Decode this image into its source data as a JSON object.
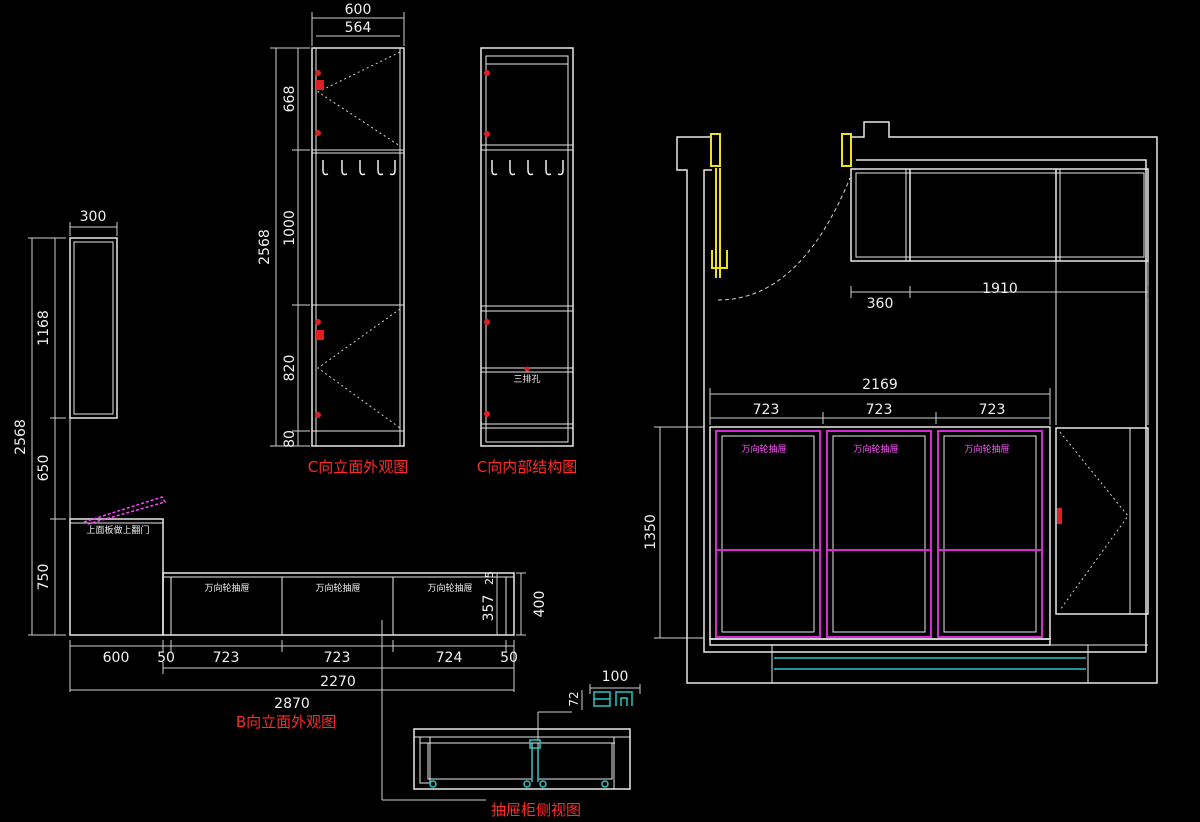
{
  "titles": {
    "c_exterior": "C向立面外观图",
    "c_interior": "C向内部结构图",
    "b_exterior": "B向立面外观图",
    "drawer_side": "抽屉柜侧视图"
  },
  "labels": {
    "flip_door": "上面板做上翻门",
    "socket": "三排孔",
    "drawer": "万向轮抽屉"
  },
  "dims": {
    "c_600": "600",
    "c_564": "564",
    "c_668": "668",
    "c_1000": "1000",
    "c_820": "820",
    "c_80": "80",
    "c_2568": "2568",
    "b_300": "300",
    "b_1168": "1168",
    "b_650": "650",
    "b_750": "750",
    "b_2568": "2568",
    "b_25": "25",
    "b_357": "357",
    "b_400": "400",
    "b_600": "600",
    "b_50a": "50",
    "b_723a": "723",
    "b_723b": "723",
    "b_724": "724",
    "b_50b": "50",
    "b_2270": "2270",
    "b_2870": "2870",
    "s_100": "100",
    "s_72": "72",
    "p_360": "360",
    "p_1910": "1910",
    "p_2169": "2169",
    "p_723a": "723",
    "p_723b": "723",
    "p_723c": "723",
    "p_1350": "1350"
  }
}
